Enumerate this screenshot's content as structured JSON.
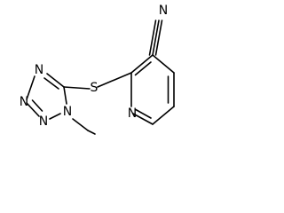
{
  "structure": {
    "atoms": {
      "nitrile_n": "N",
      "sulfur": "S",
      "pyridine_n": "N",
      "tetrazole_n_top": "N",
      "tetrazole_n_left": "N",
      "tetrazole_n_bottom": "N",
      "tetrazole_n_methyl": "N"
    }
  }
}
